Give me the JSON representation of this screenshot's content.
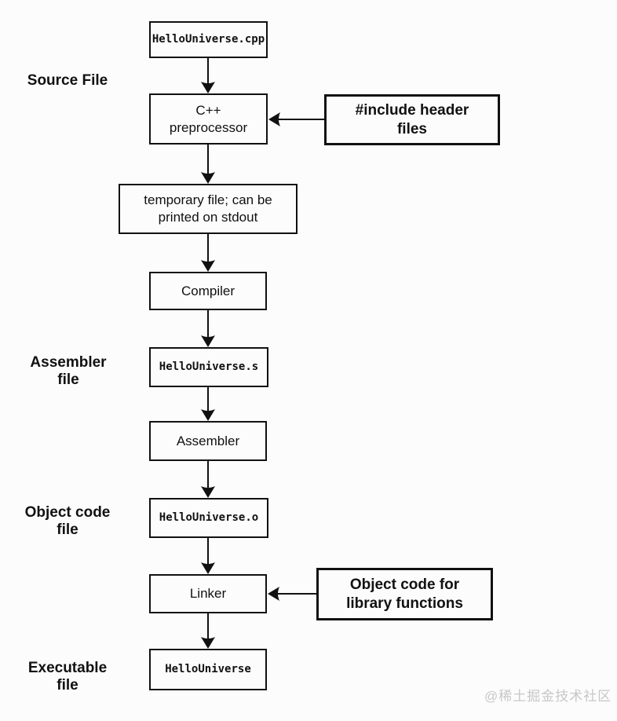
{
  "flow": {
    "title_hint": "C++ compilation pipeline flowchart",
    "nodes": [
      {
        "id": "hellouniverse-cpp",
        "label": "HelloUniverse.cpp",
        "kind": "mono"
      },
      {
        "id": "cpp-preprocessor",
        "label": "C++\npreprocessor",
        "kind": "process"
      },
      {
        "id": "temporary-file",
        "label": "temporary file; can be\nprinted on stdout",
        "kind": "process"
      },
      {
        "id": "compiler",
        "label": "Compiler",
        "kind": "process"
      },
      {
        "id": "hellouniverse-s",
        "label": "HelloUniverse.s",
        "kind": "mono"
      },
      {
        "id": "assembler",
        "label": "Assembler",
        "kind": "process"
      },
      {
        "id": "hellouniverse-o",
        "label": "HelloUniverse.o",
        "kind": "mono"
      },
      {
        "id": "linker",
        "label": "Linker",
        "kind": "process"
      },
      {
        "id": "hellouniverse-exe",
        "label": "HelloUniverse",
        "kind": "mono"
      }
    ],
    "side_labels": [
      {
        "id": "source-file",
        "label": "Source File"
      },
      {
        "id": "assembler-file",
        "label": "Assembler\nfile"
      },
      {
        "id": "object-code-file",
        "label": "Object code\nfile"
      },
      {
        "id": "executable-file",
        "label": "Executable\nfile"
      }
    ],
    "annotations": [
      {
        "id": "include-header-files",
        "label": "#include header\nfiles"
      },
      {
        "id": "object-code-library",
        "label": "Object code for\nlibrary functions"
      }
    ],
    "watermark": "@稀土掘金技术社区",
    "colors": {
      "line": "#111111",
      "box_border": "#111111",
      "background": "#fcfcfc",
      "watermark": "#c7c7c7"
    }
  }
}
